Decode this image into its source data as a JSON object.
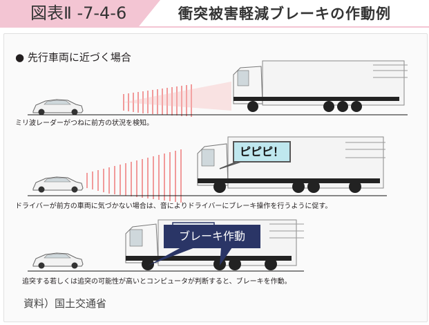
{
  "header": {
    "figure_number": "図表Ⅱ -7-4-6",
    "title": "衝突被害軽減ブレーキの作動例"
  },
  "section": {
    "bullet": "●",
    "heading": "先行車両に近づく場合"
  },
  "scenes": [
    {
      "caption": "ミリ波レーダーがつねに前方の状況を検知。"
    },
    {
      "caption": "ドライバーが前方の車両に気づかない場合は、音によりドライバーにブレーキ操作を行うように促す。",
      "alert_text": "ピピピ！"
    },
    {
      "caption": "追突する若しくは追突の可能性が高いとコンピュータが判断すると、ブレーキを作動。",
      "brake_text": "ブレーキ作動"
    }
  ],
  "source": "資料）国土交通省",
  "colors": {
    "header_tab": "#f3c5d3",
    "radar": "#f08a8a",
    "alert_bubble": "#bfe7ee",
    "brake_label_bg": "#2a3566"
  }
}
